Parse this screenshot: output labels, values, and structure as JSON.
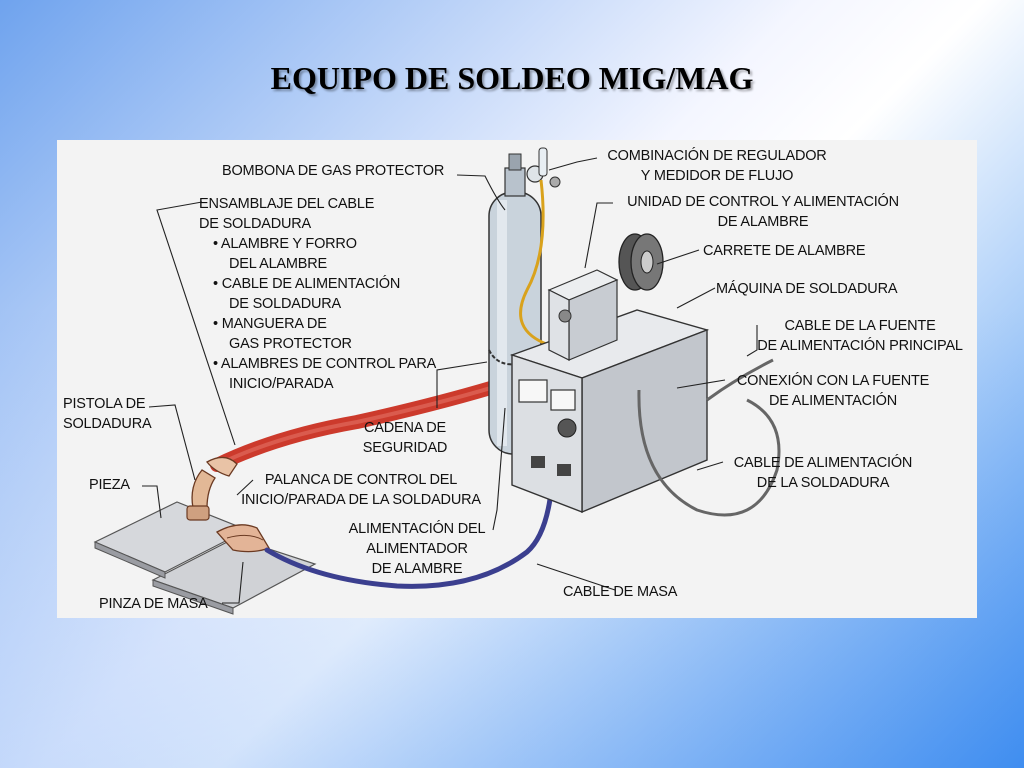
{
  "slide": {
    "title": "EQUIPO DE SOLDEO MIG/MAG"
  },
  "labels": {
    "gas_cylinder": "BOMBONA DE GAS PROTECTOR",
    "regulator_line1": "COMBINACIÓN DE REGULADOR",
    "regulator_line2": "Y MEDIDOR DE FLUJO",
    "control_unit_line1": "UNIDAD DE CONTROL Y ALIMENTACIÓN",
    "control_unit_line2": "DE ALAMBRE",
    "wire_spool": "CARRETE DE ALAMBRE",
    "welding_machine": "MÁQUINA DE SOLDADURA",
    "main_cable_line1": "CABLE DE LA FUENTE",
    "main_cable_line2": "DE ALIMENTACIÓN PRINCIPAL",
    "power_connection_line1": "CONEXIÓN CON LA FUENTE",
    "power_connection_line2": "DE ALIMENTACIÓN",
    "power_cable_line1": "CABLE DE ALIMENTACIÓN",
    "power_cable_line2": "DE LA SOLDADURA",
    "ground_cable": "CABLE DE MASA",
    "feeder_line1": "ALIMENTACIÓN DEL",
    "feeder_line2": "ALIMENTADOR",
    "feeder_line3": "DE ALAMBRE",
    "trigger_line1": "PALANCA DE CONTROL DEL",
    "trigger_line2": "INICIO/PARADA DE LA SOLDADURA",
    "safety_chain_line1": "CADENA DE",
    "safety_chain_line2": "SEGURIDAD",
    "assembly_line1": "ENSAMBLAJE DEL CABLE",
    "assembly_line2": "DE SOLDADURA",
    "assembly_items": [
      "• ALAMBRE Y FORRO",
      "DEL ALAMBRE",
      "• CABLE DE ALIMENTACIÓN",
      "DE SOLDADURA",
      "• MANGUERA DE",
      "GAS PROTECTOR",
      "• ALAMBRES DE CONTROL PARA",
      "INICIO/PARADA"
    ],
    "gun_line1": "PISTOLA DE",
    "gun_line2": "SOLDADURA",
    "workpiece": "PIEZA",
    "ground_clamp": "PINZA DE MASA"
  },
  "colors": {
    "welding_cable": "#cc3a2c",
    "ground_cable": "#3b3f8f",
    "gas_hose": "#d9a21c",
    "cylinder": "#c9d3dc"
  }
}
